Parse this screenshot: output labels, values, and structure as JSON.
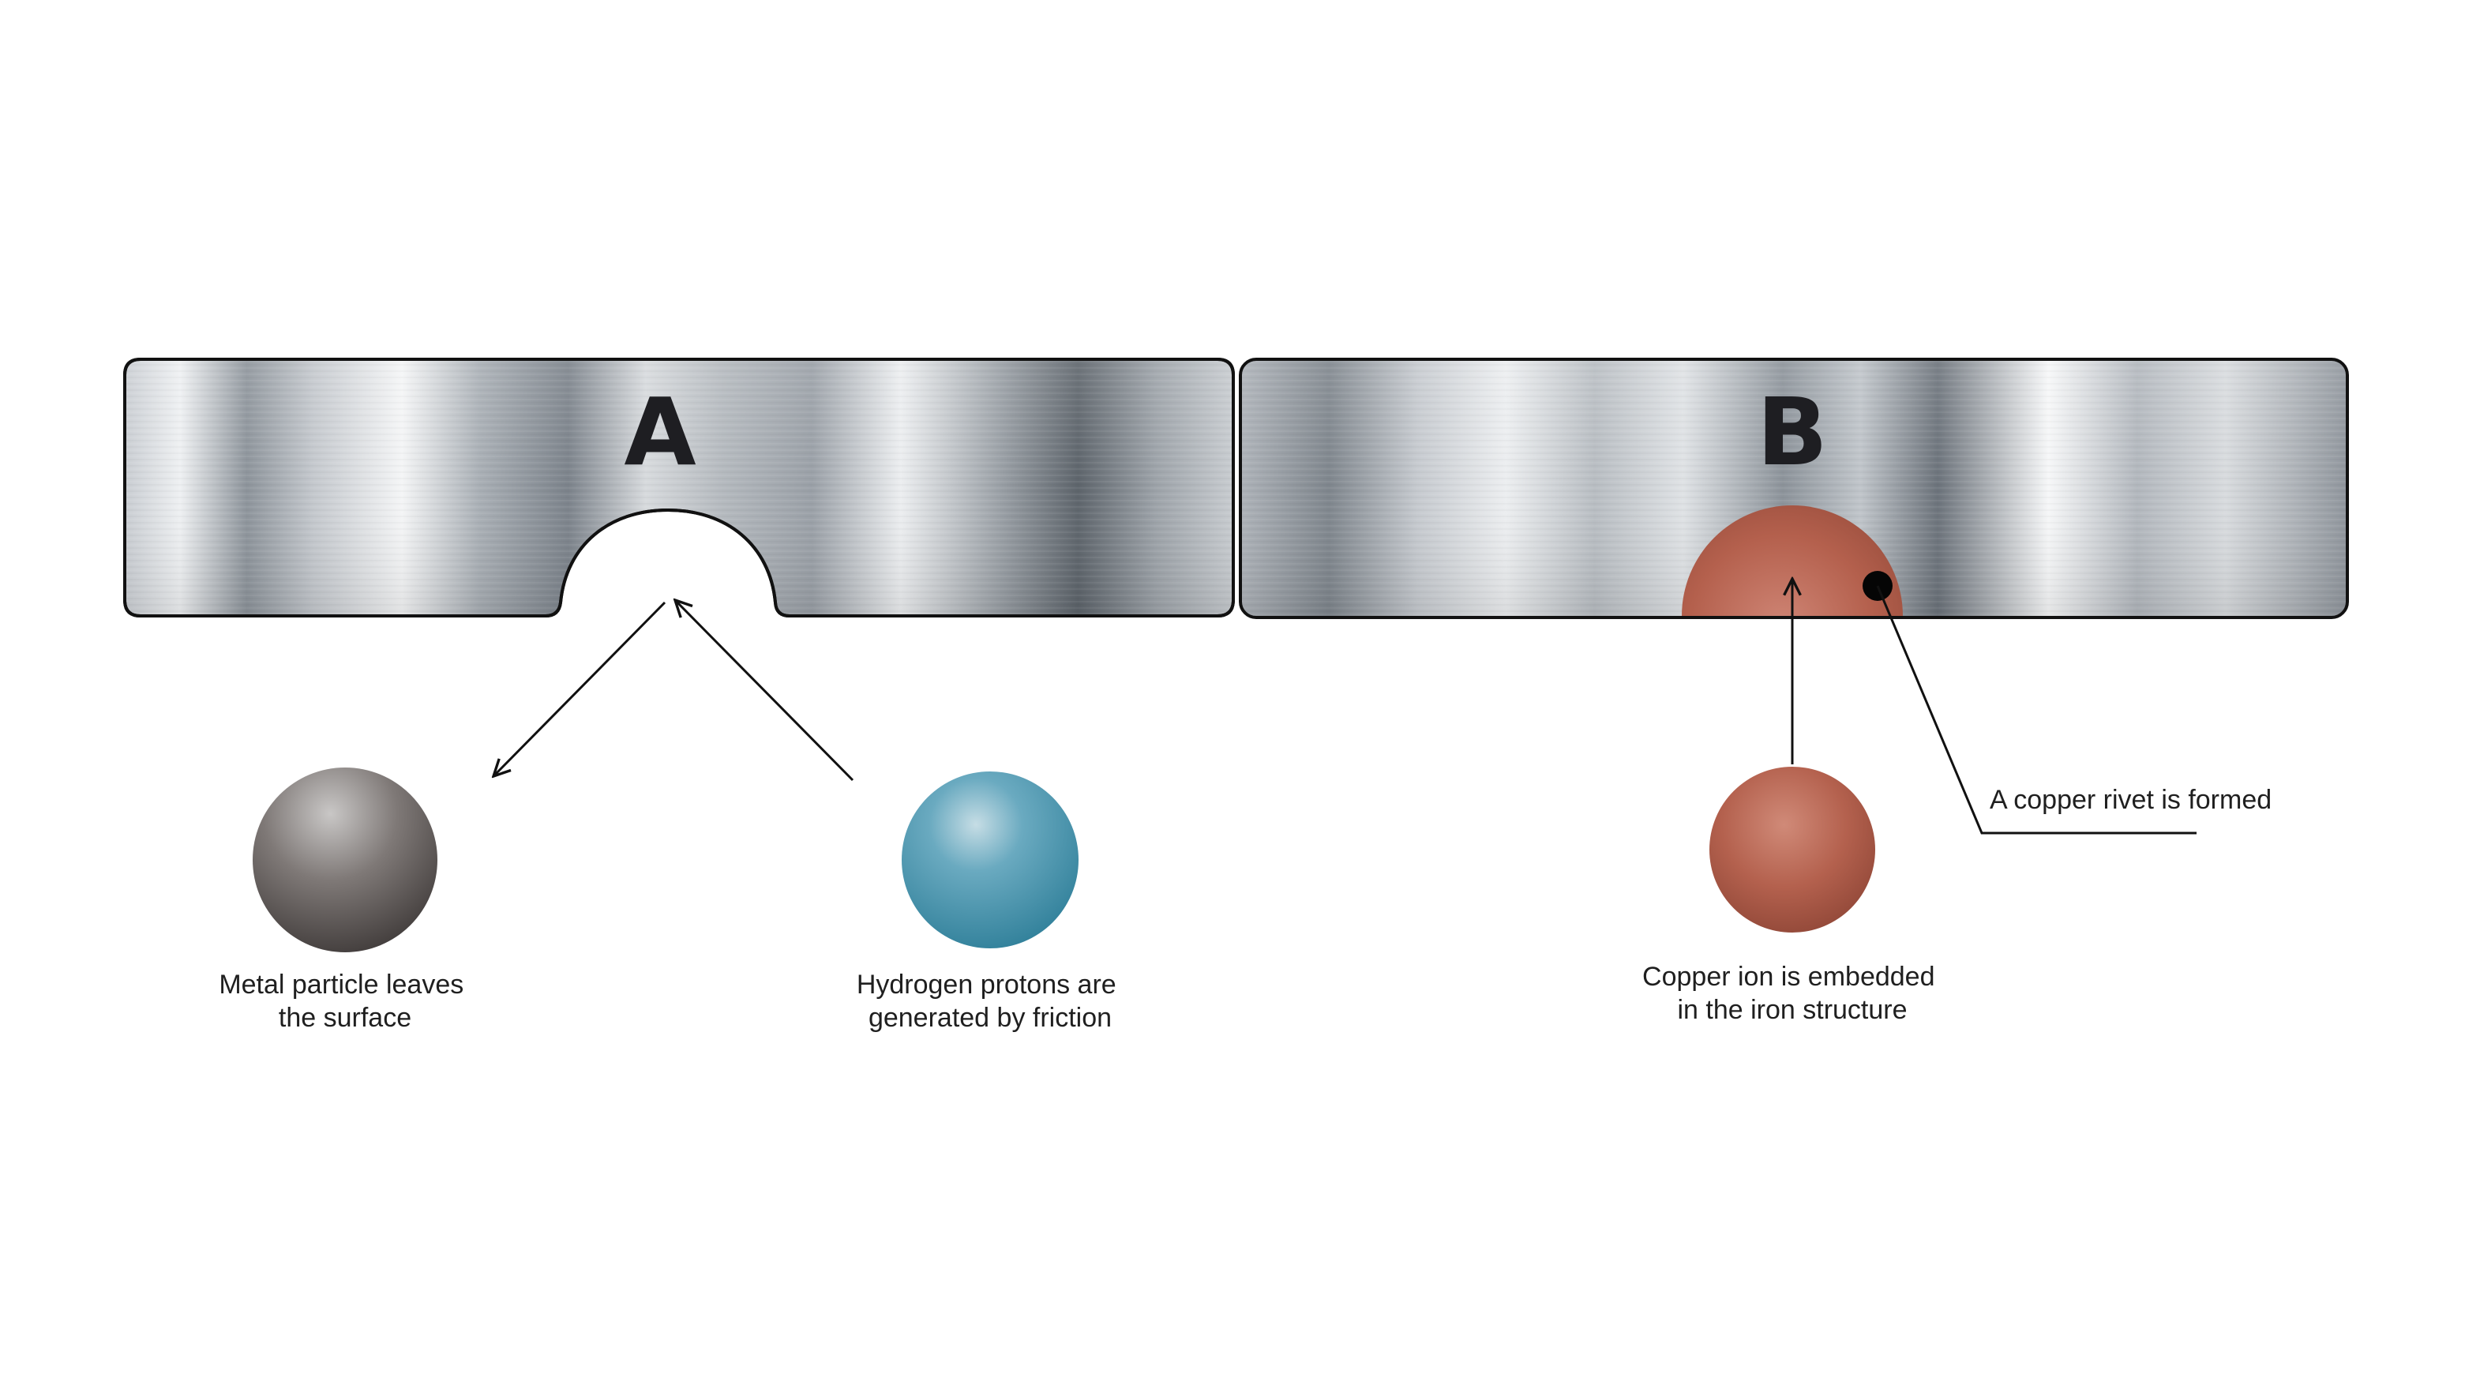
{
  "panels": [
    {
      "letter": "A"
    },
    {
      "letter": "B"
    }
  ],
  "labels": {
    "metal_particle": [
      "Metal particle leaves",
      "the surface"
    ],
    "hydrogen_protons": [
      "Hydrogen protons are",
      "generated by friction"
    ],
    "copper_ion": [
      "Copper ion is embedded",
      "in the iron structure"
    ],
    "copper_rivet": "A copper rivet is formed"
  },
  "colors": {
    "outline": "#111111",
    "metal_light": "#eef0f2",
    "metal_mid": "#b3b8be",
    "metal_dark": "#6c737b",
    "copper": "#b76350",
    "hydrogen": "#3f8ea8",
    "particle": "#5a5452"
  }
}
